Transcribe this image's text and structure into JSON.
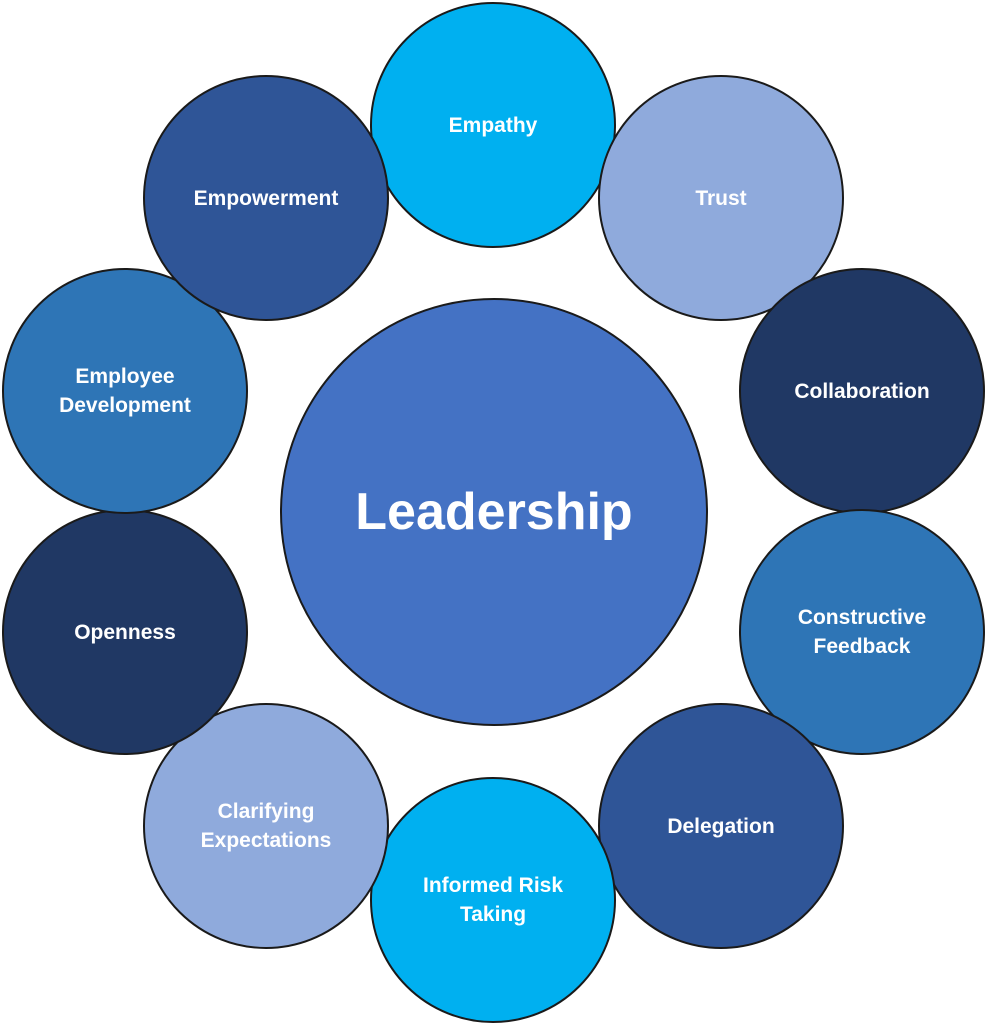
{
  "diagram": {
    "center": {
      "label": "Leadership",
      "color": "#4472c4"
    },
    "nodes": [
      {
        "label": "Empathy",
        "color": "#00b0f0"
      },
      {
        "label": "Trust",
        "color": "#8faadc"
      },
      {
        "label": "Collaboration",
        "color": "#203864"
      },
      {
        "label": "Constructive\nFeedback",
        "color": "#2e75b6"
      },
      {
        "label": "Delegation",
        "color": "#2f5597"
      },
      {
        "label": "Informed Risk\nTaking",
        "color": "#00b0f0"
      },
      {
        "label": "Clarifying\nExpectations",
        "color": "#8faadc"
      },
      {
        "label": "Openness",
        "color": "#203864"
      },
      {
        "label": "Employee\nDevelopment",
        "color": "#2e75b6"
      },
      {
        "label": "Empowerment",
        "color": "#2f5597"
      }
    ]
  }
}
